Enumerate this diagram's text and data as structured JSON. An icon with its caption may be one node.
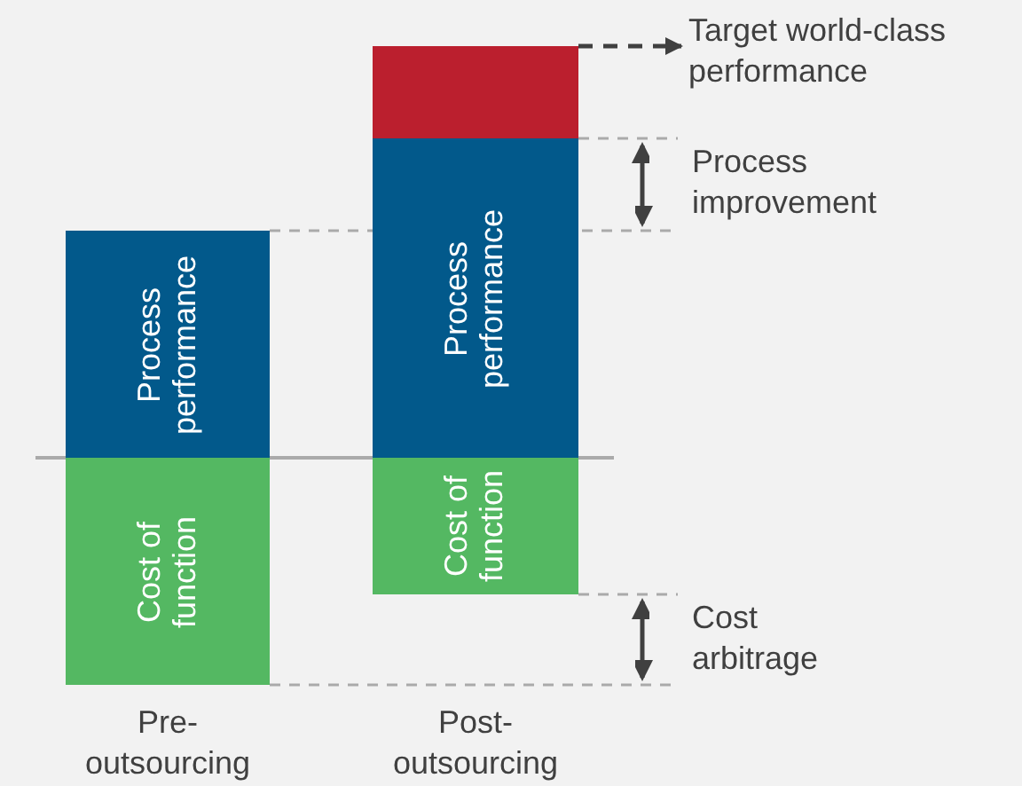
{
  "diagram": {
    "nodes": [
      {
        "text": [
          "Process performance"
        ]
      },
      {
        "text": [
          "Cost of function"
        ]
      },
      {
        "text": [],
        "shape": "box"
      },
      {
        "text": [
          "Process performance"
        ]
      },
      {
        "text": [
          "Cost of function"
        ]
      },
      {
        "text": [
          "Target world-class performance"
        ]
      }
    ],
    "edges": [
      {
        "from": 2,
        "to": 5,
        "arrow": "to",
        "style": "dashed"
      }
    ],
    "labels": [
      "Process improvement",
      "Cost arbitrage",
      "Pre-outsourcing",
      "Post-outsourcing"
    ]
  }
}
